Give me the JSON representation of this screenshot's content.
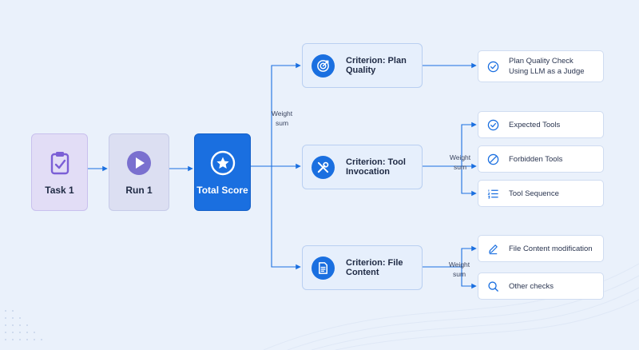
{
  "stages": {
    "task": "Task 1",
    "run": "Run 1",
    "total": "Total Score"
  },
  "criteria": [
    {
      "label": "Criterion: Plan Quality",
      "icon": "target-icon"
    },
    {
      "label": "Criterion: Tool Invocation",
      "icon": "wrench-screwdriver-icon"
    },
    {
      "label": "Criterion: File Content",
      "icon": "document-icon"
    }
  ],
  "weight_labels": {
    "main": [
      "Weight",
      "sum"
    ],
    "tools": [
      "Weight",
      "sum"
    ],
    "file": [
      "Weight",
      "sum"
    ]
  },
  "checks": {
    "plan": [
      "Plan Quality Check",
      "Using LLM as a Judge"
    ],
    "expected_tools": "Expected Tools",
    "forbidden_tools": "Forbidden Tools",
    "tool_sequence": "Tool Sequence",
    "file_modification": "File Content modification",
    "other_checks": "Other checks"
  },
  "colors": {
    "background": "#eaf1fb",
    "accent": "#1a6fe0",
    "task_box": "#e2ddf6",
    "run_box": "#dcdff2",
    "criterion_box": "#e6effc",
    "connector": "#1a6fe0"
  }
}
